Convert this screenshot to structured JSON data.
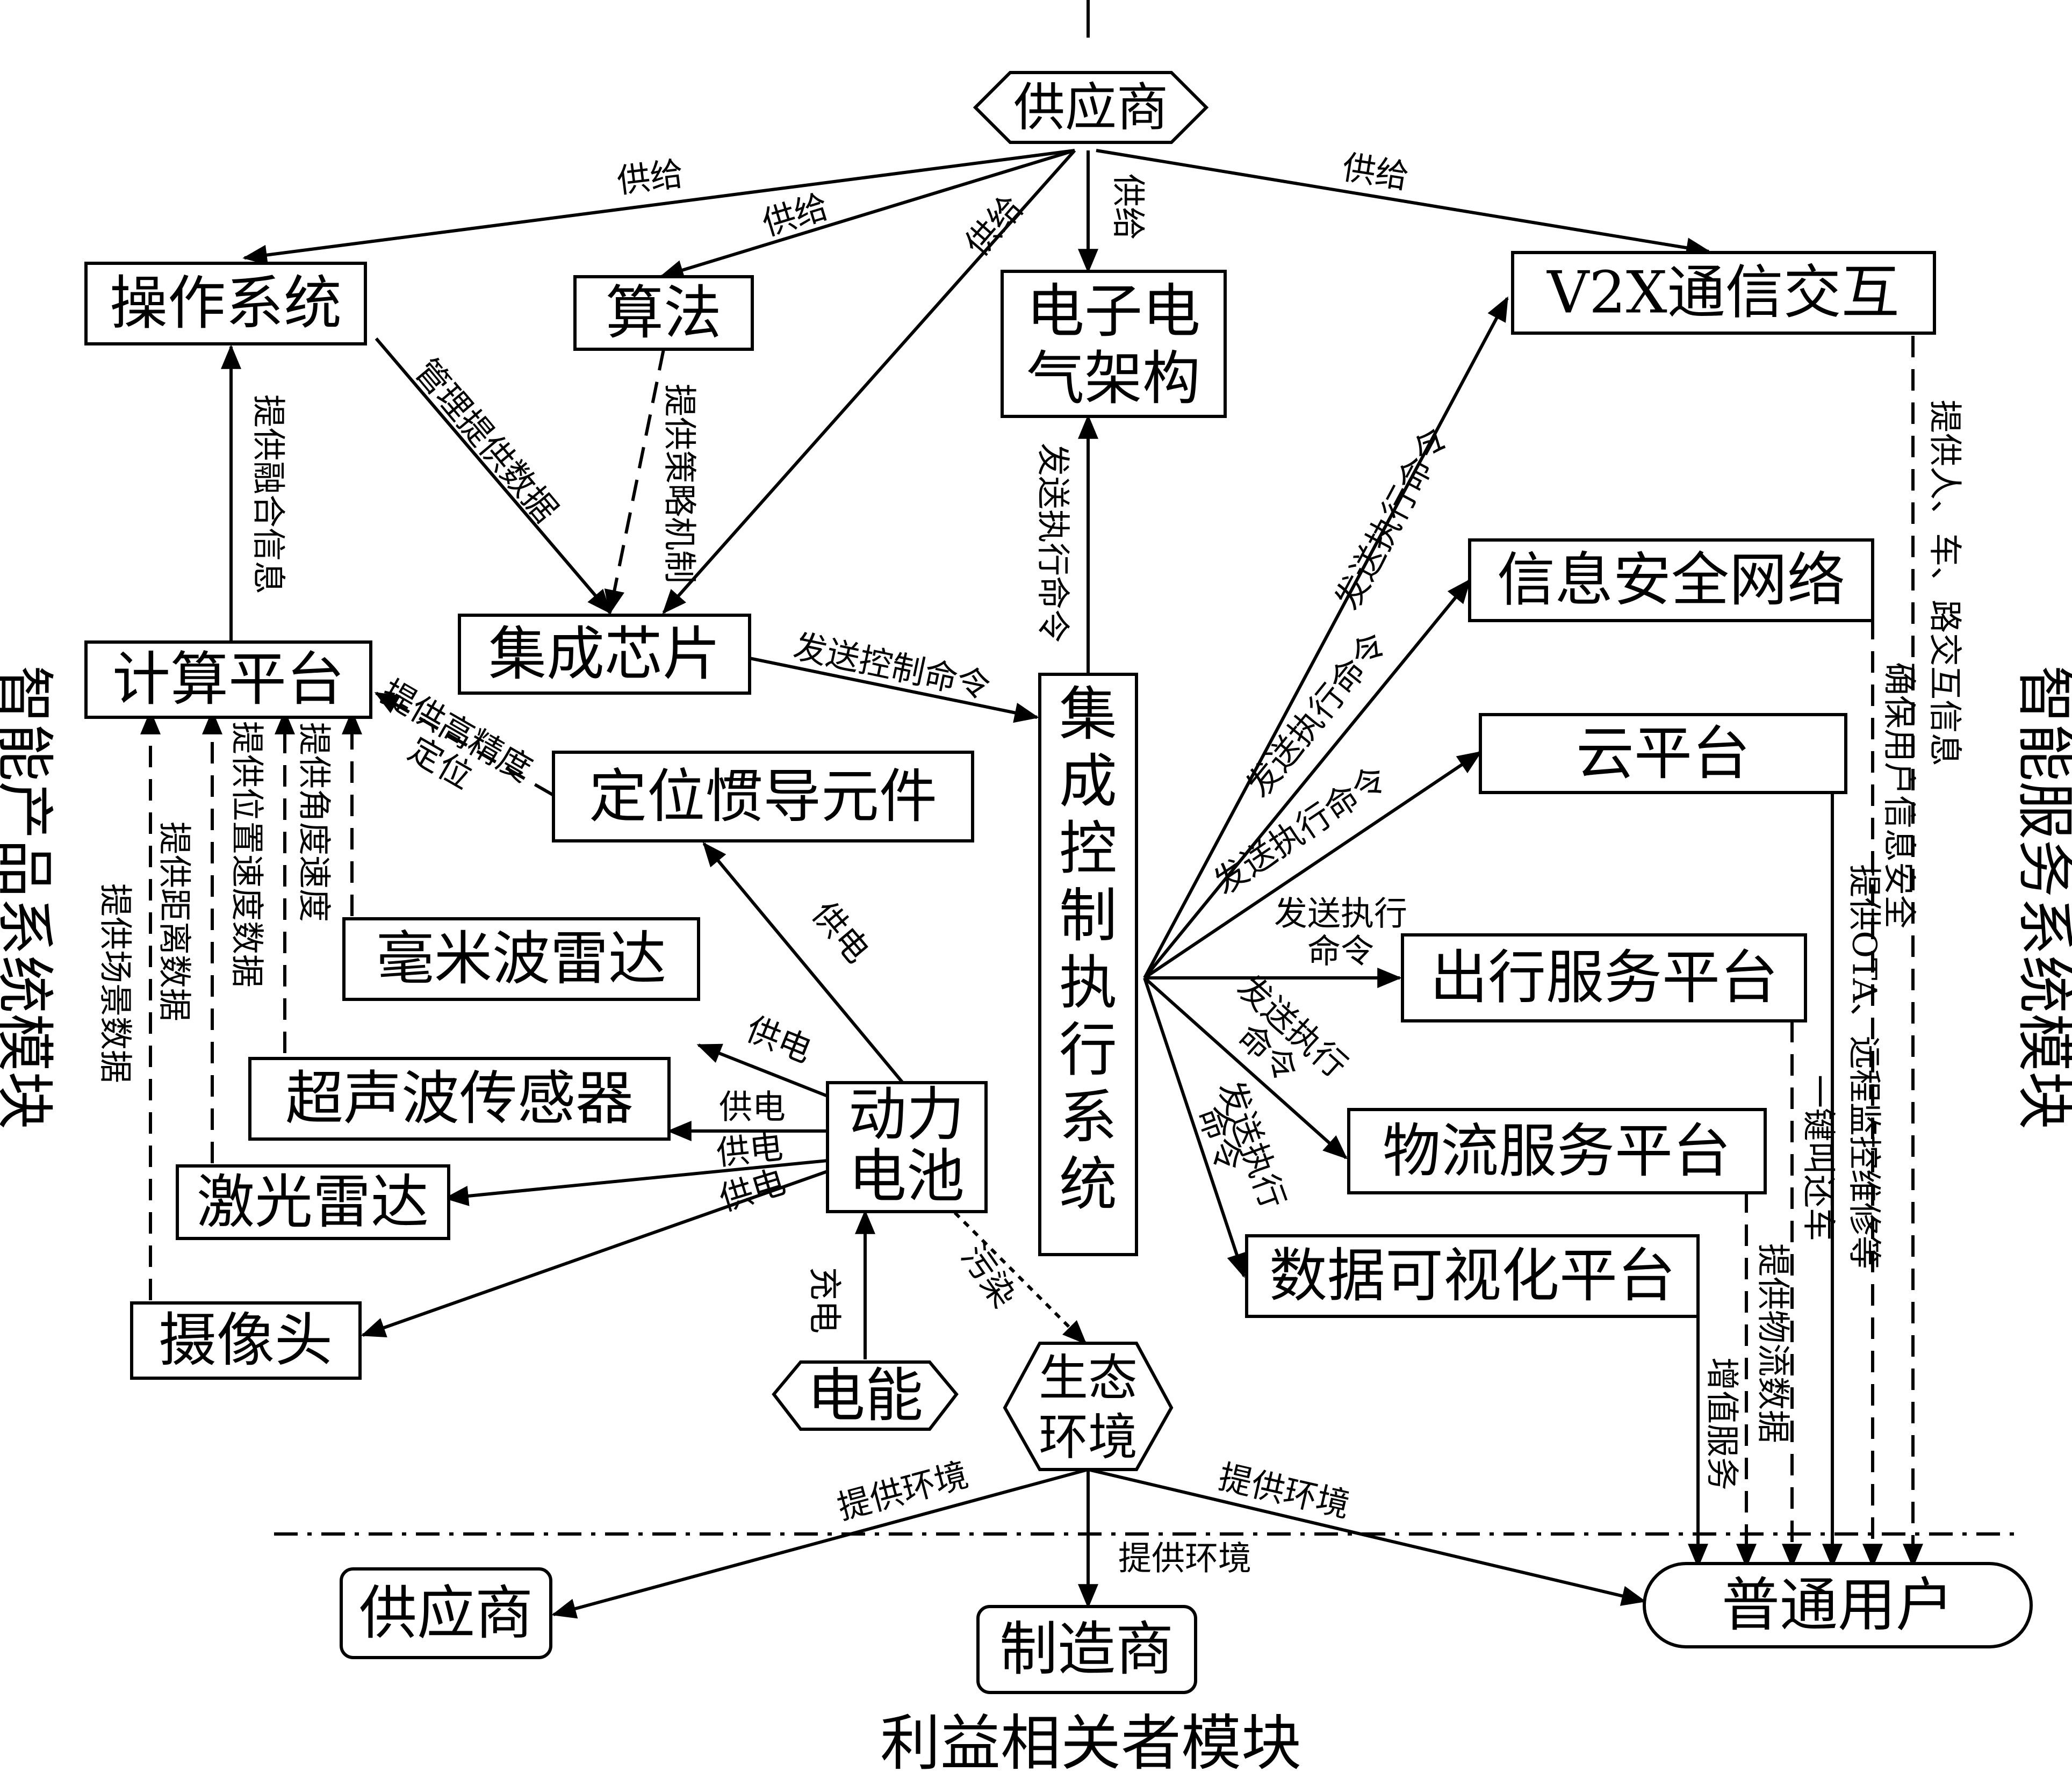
{
  "nodes": {
    "supplier_top": "供应商",
    "os": "操作系统",
    "algorithm": "算法",
    "ee_arch": [
      "电子电",
      "气架构"
    ],
    "v2x": "V2X通信交互",
    "chip": "集成芯片",
    "compute": "计算平台",
    "controller": [
      "集",
      "成",
      "控",
      "制",
      "执",
      "行",
      "系",
      "统"
    ],
    "info_sec": "信息安全网络",
    "cloud": "云平台",
    "travel": "出行服务平台",
    "logistics": "物流服务平台",
    "dataviz": "数据可视化平台",
    "ins": "定位惯导元件",
    "mmwave": "毫米波雷达",
    "ultrasonic": "超声波传感器",
    "lidar": "激光雷达",
    "camera": "摄像头",
    "battery": [
      "动力",
      "电池"
    ],
    "power": "电能",
    "eco": [
      "生态",
      "环境"
    ],
    "supplier_bottom": "供应商",
    "manufacturer": "制造商",
    "user": "普通用户"
  },
  "edges": {
    "supply_os": "供给",
    "supply_algo": "供给",
    "supply_chip": "供给",
    "supply_ee": "供给",
    "supply_v2x": "供给",
    "os_chip": "管理提供数据",
    "algo_chip": "提供策略机制",
    "compute_os": "提供融合信息",
    "chip_ctrl": "发送控制命令",
    "ctrl_ee": "发送执行命令",
    "ctrl_v2x": "发送执行命令",
    "ctrl_sec": "发送执行命令",
    "ctrl_cloud": "发送执行命令",
    "ctrl_travel": [
      "发送执行",
      "命令"
    ],
    "ctrl_logi": [
      "发送执行",
      "命令"
    ],
    "ctrl_dataviz": [
      "发送执行",
      "命令"
    ],
    "ins_compute": [
      "提供高精度",
      "定位"
    ],
    "mmwave_compute": "提供角度速度",
    "ultra_compute": "提供位置速度数据",
    "lidar_compute": "提供距离数据",
    "camera_compute": "提供场景数据",
    "batt_ins": "供电",
    "batt_mm": "供电",
    "batt_ultra": "供电",
    "batt_lidar": "供电",
    "batt_cam": "供电",
    "power_batt": "充电",
    "batt_eco": "污染",
    "eco_supplier": "提供环境",
    "eco_manu": "提供环境",
    "eco_user": "提供环境",
    "v2x_user": "提供人、车、路交互信息",
    "sec_user": "确保用户信息安全",
    "cloud_user": "提供OTA、远程监控维修等",
    "travel_user": "一键叫还车",
    "logi_user": "提供物流数据",
    "dataviz_user": "增值服务"
  },
  "sides": {
    "left": "智能产品系统模块",
    "right": "智能服务系统模块",
    "bottom": "利益相关者模块"
  }
}
